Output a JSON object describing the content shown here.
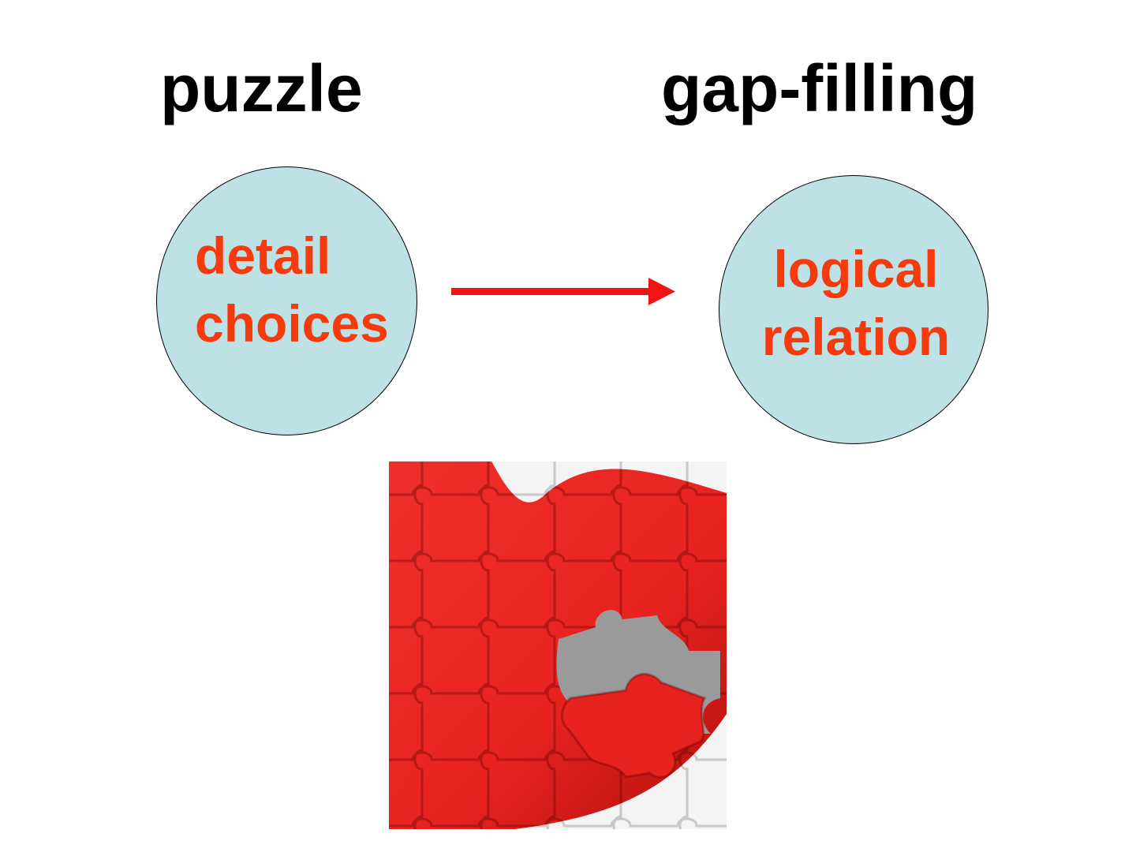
{
  "headings": {
    "left": "puzzle",
    "right": "gap-filling"
  },
  "nodes": {
    "left": {
      "line1": "detail",
      "line2": "choices"
    },
    "right": {
      "line1": "logical",
      "line2": "relation"
    }
  },
  "colors": {
    "node_fill": "#bde1e4",
    "node_text": "#f53a0e",
    "arrow": "#f21414",
    "heading": "#000000",
    "puzzle_red": "#e8231f",
    "puzzle_gap": "#9a9a9a"
  },
  "icons": {
    "arrow": "right-arrow-icon",
    "picture": "jigsaw-heart-missing-piece"
  }
}
